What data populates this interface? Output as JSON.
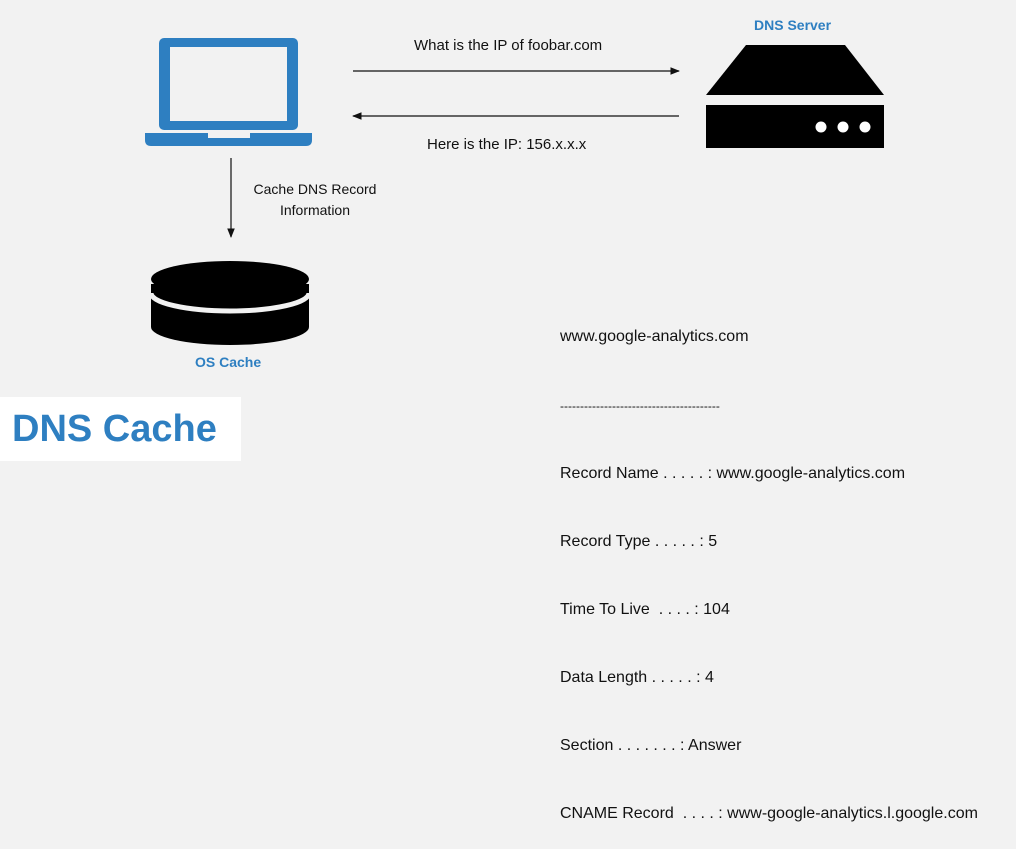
{
  "request_label": "What is the IP of foobar.com",
  "response_label": "Here is the IP: 156.x.x.x",
  "server_title": "DNS Server",
  "cache_arrow_label": [
    "Cache DNS Record",
    "Information"
  ],
  "os_cache_title": "OS Cache",
  "main_title": "DNS Cache",
  "record": {
    "domain": "www.google-analytics.com",
    "divider": "----------------------------------------",
    "lines": [
      "Record Name . . . . . : www.google-analytics.com",
      "Record Type . . . . . : 5",
      "Time To Live  . . . . : 104",
      "Data Length . . . . . : 4",
      "Section . . . . . . . : Answer",
      "CNAME Record  . . . . : www-google-analytics.l.google.com"
    ]
  },
  "colors": {
    "laptop": "#2e7fc1",
    "accent_text": "#2e7fc1",
    "server": "#000000",
    "background": "#f2f2f2"
  }
}
